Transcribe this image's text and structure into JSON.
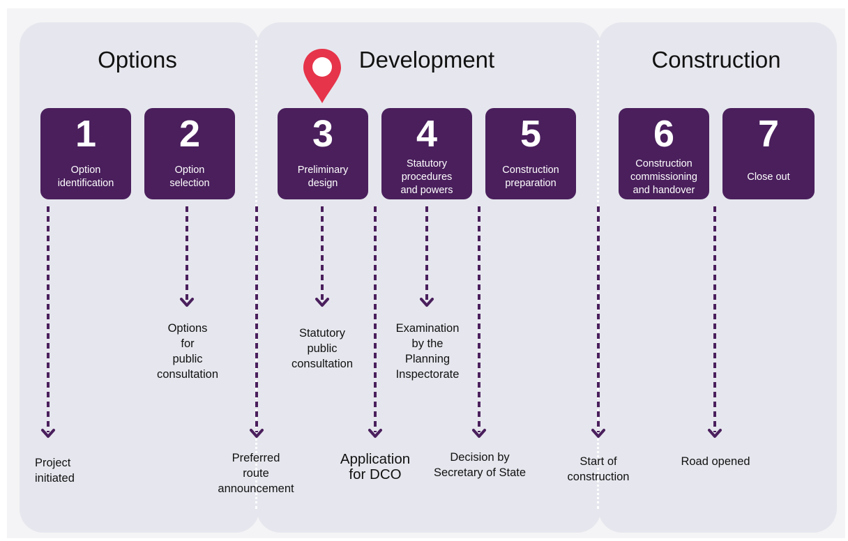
{
  "stages": [
    {
      "title": "Options"
    },
    {
      "title": "Development"
    },
    {
      "title": "Construction"
    }
  ],
  "steps": [
    {
      "number": "1",
      "label": "Option\nidentification"
    },
    {
      "number": "2",
      "label": "Option\nselection"
    },
    {
      "number": "3",
      "label": "Preliminary\ndesign"
    },
    {
      "number": "4",
      "label": "Statutory\nprocedures\nand powers"
    },
    {
      "number": "5",
      "label": "Construction\npreparation"
    },
    {
      "number": "6",
      "label": "Construction\ncommissioning\nand handover"
    },
    {
      "number": "7",
      "label": "Close out"
    }
  ],
  "milestones": {
    "project_initiated": "Project\ninitiated",
    "options_for_consultation": "Options\nfor\npublic\nconsultation",
    "preferred_route": "Preferred\nroute\nannouncement",
    "statutory_consultation": "Statutory\npublic\nconsultation",
    "application_dco": "Application\nfor DCO",
    "examination": "Examination\nby the\nPlanning\nInspectorate",
    "decision": "Decision by\nSecretary of State",
    "start_construction": "Start of\nconstruction",
    "road_opened": "Road opened"
  },
  "colors": {
    "step_fill": "#4a1f5c",
    "arrow": "#4a1f5c",
    "pin": "#e6344a",
    "panel": "#e6e7ee"
  },
  "icons": {
    "current_position": "map-pin-icon",
    "arrow": "dotted-arrow-down-icon"
  }
}
